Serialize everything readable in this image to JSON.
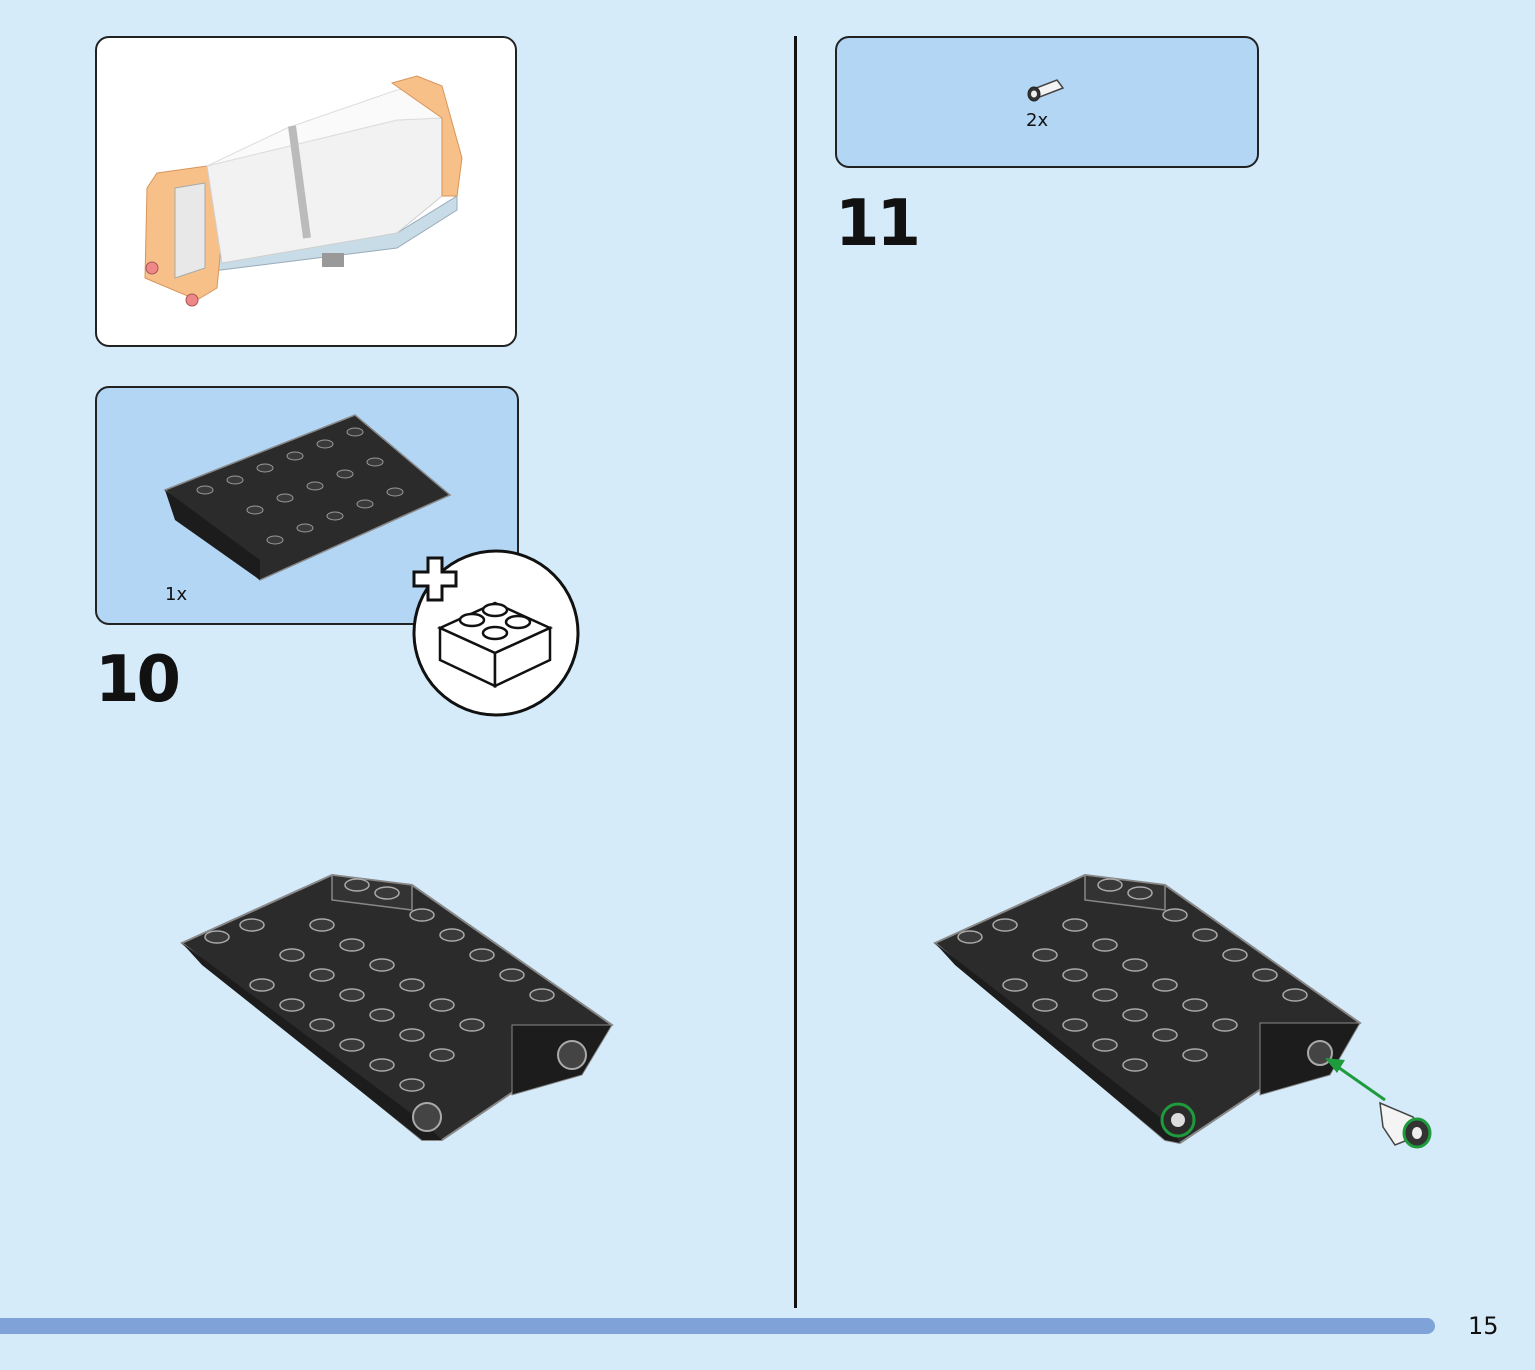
{
  "steps": [
    {
      "number": "10",
      "parts": [
        {
          "qty": "1x",
          "icon": "sloped-brick-black"
        }
      ],
      "callout_icon": "add-brick-icon"
    },
    {
      "number": "11",
      "parts": [
        {
          "qty": "2x",
          "icon": "pin-connector-white"
        }
      ]
    }
  ],
  "page": {
    "number": "15"
  },
  "colors": {
    "background": "#d5ebfa",
    "parts_box": "#b3d6f4",
    "bar": "#7fa3d8",
    "arrow": "#1e9b3c"
  }
}
